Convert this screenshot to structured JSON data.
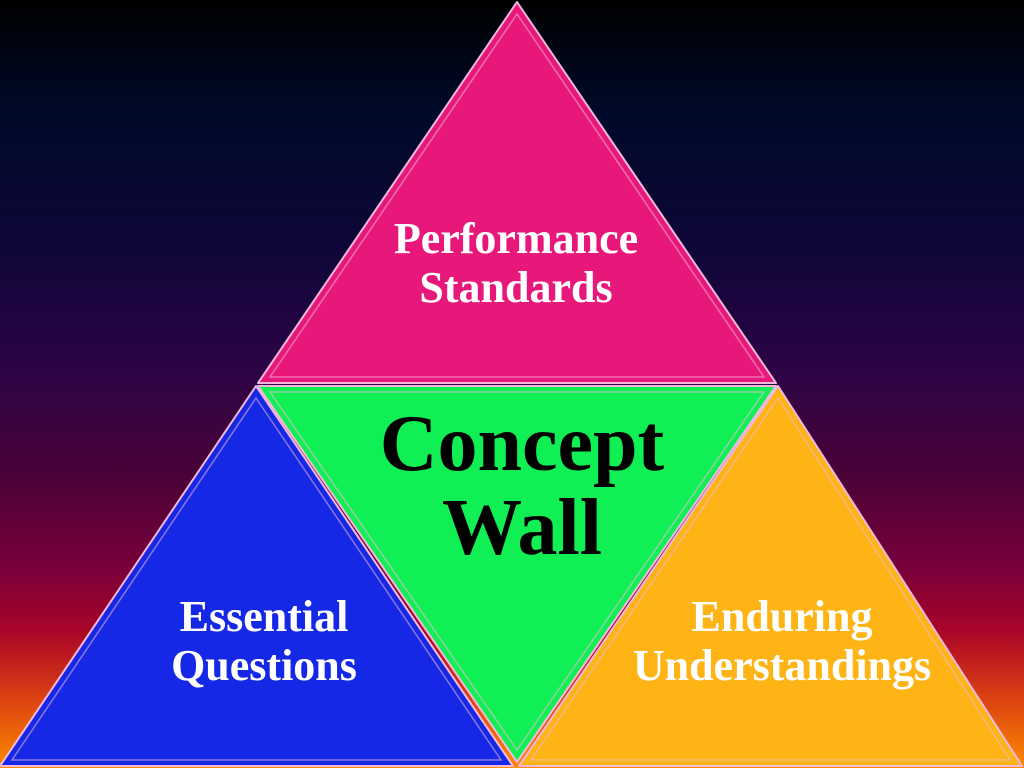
{
  "colors": {
    "top": "#e8187a",
    "center": "#10f055",
    "left": "#1428e6",
    "right": "#fdb414",
    "edge": "#f3b8dc",
    "label_light": "#ffffff",
    "label_dark": "#000000"
  },
  "sections": {
    "top": {
      "line1": "Performance",
      "line2": "Standards"
    },
    "center": {
      "line1": "Concept",
      "line2": "Wall"
    },
    "left": {
      "line1": "Essential",
      "line2": "Questions"
    },
    "right": {
      "line1": "Enduring",
      "line2": "Understandings"
    }
  }
}
